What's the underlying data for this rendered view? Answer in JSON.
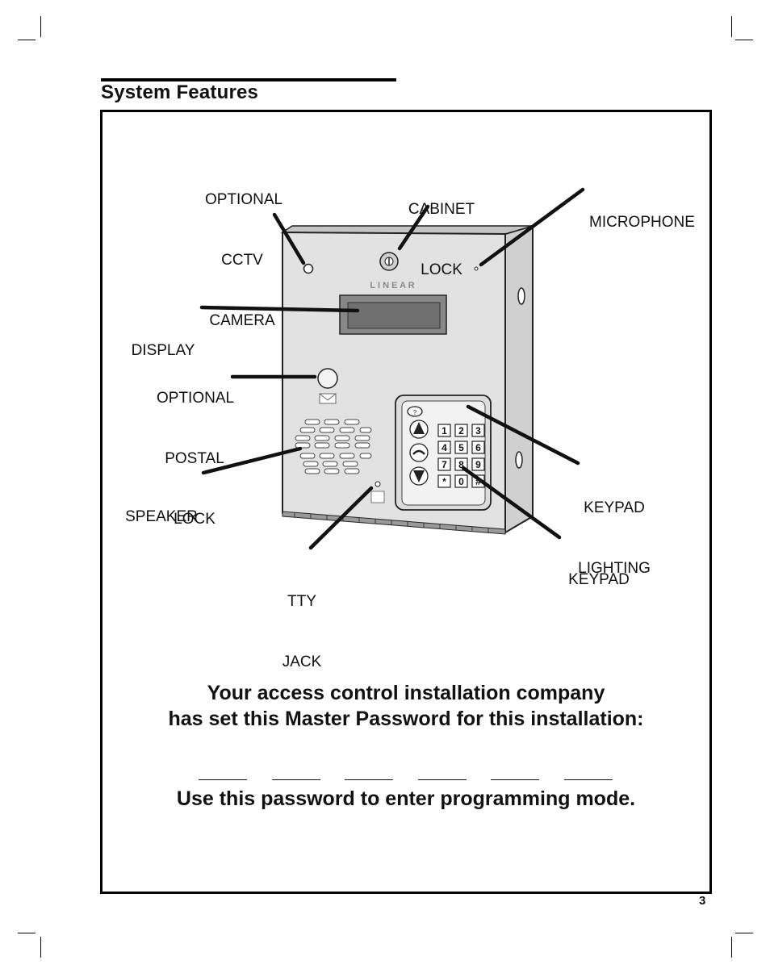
{
  "section": {
    "title": "System Features"
  },
  "callouts": {
    "camera": [
      "OPTIONAL",
      "CCTV",
      "CAMERA"
    ],
    "cabinet_lock": [
      "CABINET",
      "LOCK"
    ],
    "microphone": [
      "MICROPHONE"
    ],
    "display": [
      "DISPLAY"
    ],
    "postal_lock": [
      "OPTIONAL",
      "POSTAL",
      "LOCK"
    ],
    "speaker": [
      "SPEAKER"
    ],
    "keypad_lighting": [
      "KEYPAD",
      "LIGHTING"
    ],
    "keypad": [
      "KEYPAD"
    ],
    "tty_jack": [
      "TTY",
      "JACK"
    ]
  },
  "device": {
    "brand": "L I N E A R",
    "help_key": "?",
    "keys": [
      "1",
      "2",
      "3",
      "4",
      "5",
      "6",
      "7",
      "8",
      "9",
      "*",
      "0",
      "#"
    ]
  },
  "notice": {
    "line1": "Your access control installation company",
    "line2": "has set this Master Password for this installation:",
    "line3": "Use this password to enter programming mode."
  },
  "password_blank_count": 6,
  "page_number": "3"
}
